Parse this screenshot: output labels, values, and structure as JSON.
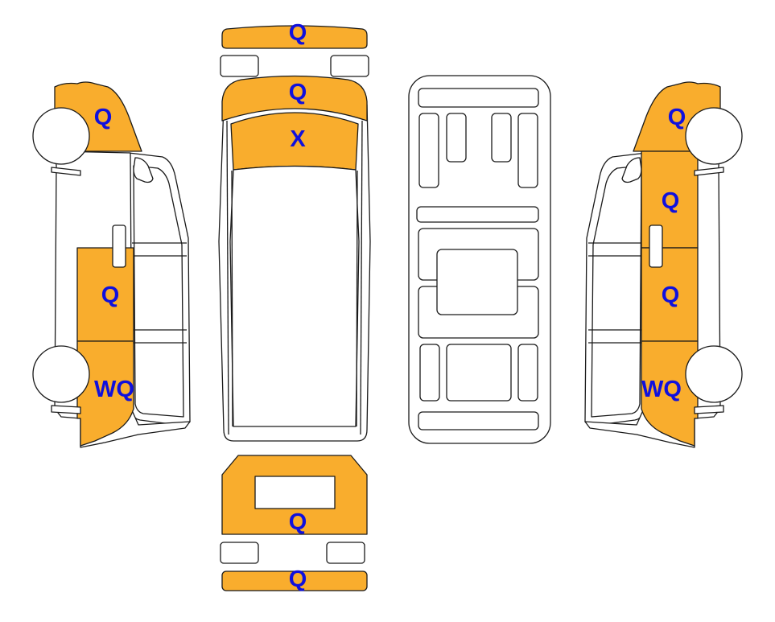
{
  "colors": {
    "damage_fill": "#F9AD2D",
    "label_color": "#1010DD",
    "outline": "#1a1a1a",
    "panel_fill": "#ffffff"
  },
  "labels": {
    "front_bumper": "Q",
    "hood": "Q",
    "windshield": "X",
    "left_front_fender": "Q",
    "left_side_door": "Q",
    "left_rear_quarter": "WQ",
    "right_front_fender": "Q",
    "right_front_door": "Q",
    "right_side_door": "Q",
    "right_rear_quarter": "WQ",
    "rear_door": "Q",
    "rear_bumper": "Q"
  }
}
